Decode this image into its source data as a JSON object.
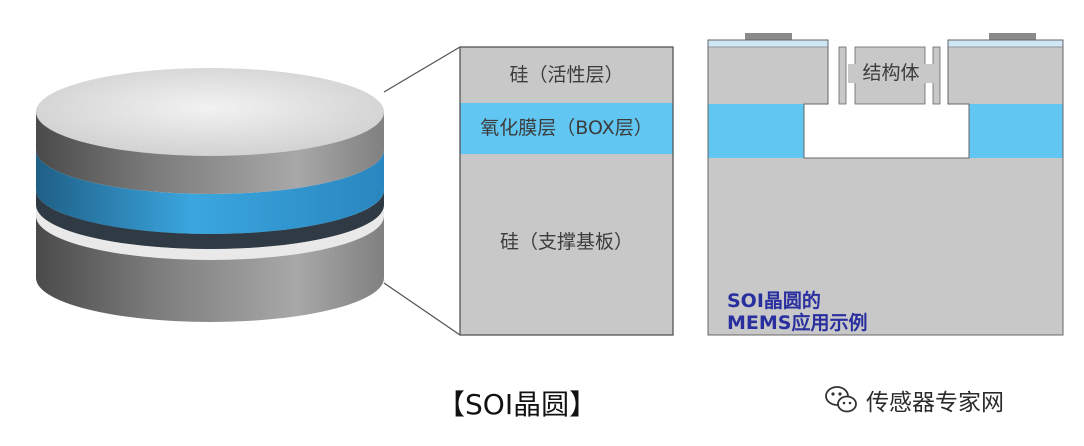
{
  "labels": {
    "silicon_active": "硅（活性层）",
    "oxide_box": "氧化膜层（BOX层）",
    "silicon_substrate": "硅（支撑基板）",
    "structure": "结构体",
    "mems_caption_line1": "SOI晶圆的",
    "mems_caption_line2": "MEMS应用示例",
    "wafer_title": "【SOI晶圆】"
  },
  "watermark": {
    "text": "传感器专家网",
    "icon": "wechat-icon"
  },
  "colors": {
    "silicon_gray": "#c8c8c8",
    "oxide_blue": "#61c6f2",
    "outline": "#555555",
    "caption_blue": "#2a2fa0",
    "wafer_top": "#e3e3e3",
    "wafer_side_dark": "#3c3c3c",
    "wafer_side_light": "#aaaaaa",
    "wafer_band_blue": "#3aa6df"
  }
}
